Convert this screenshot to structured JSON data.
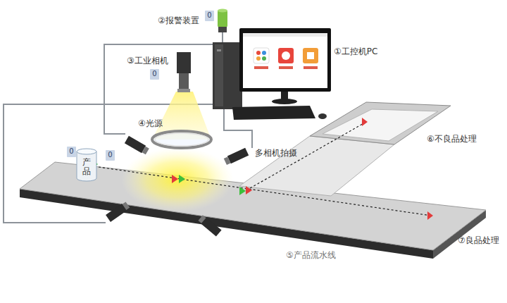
{
  "diagram": {
    "nodes": [
      {
        "text": [
          "0"
        ]
      },
      {
        "text": [
          "0"
        ]
      },
      {
        "text": [
          "0"
        ]
      },
      {
        "text": [
          "产品"
        ]
      },
      {
        "text": [
          "0"
        ]
      }
    ],
    "labels": [
      "②报警装置",
      "①工控机PC",
      "③工业相机",
      "④光源",
      "多相机拍摄",
      "⑥不良品处理",
      "⑦良品处理",
      "⑤产品流水线"
    ]
  }
}
